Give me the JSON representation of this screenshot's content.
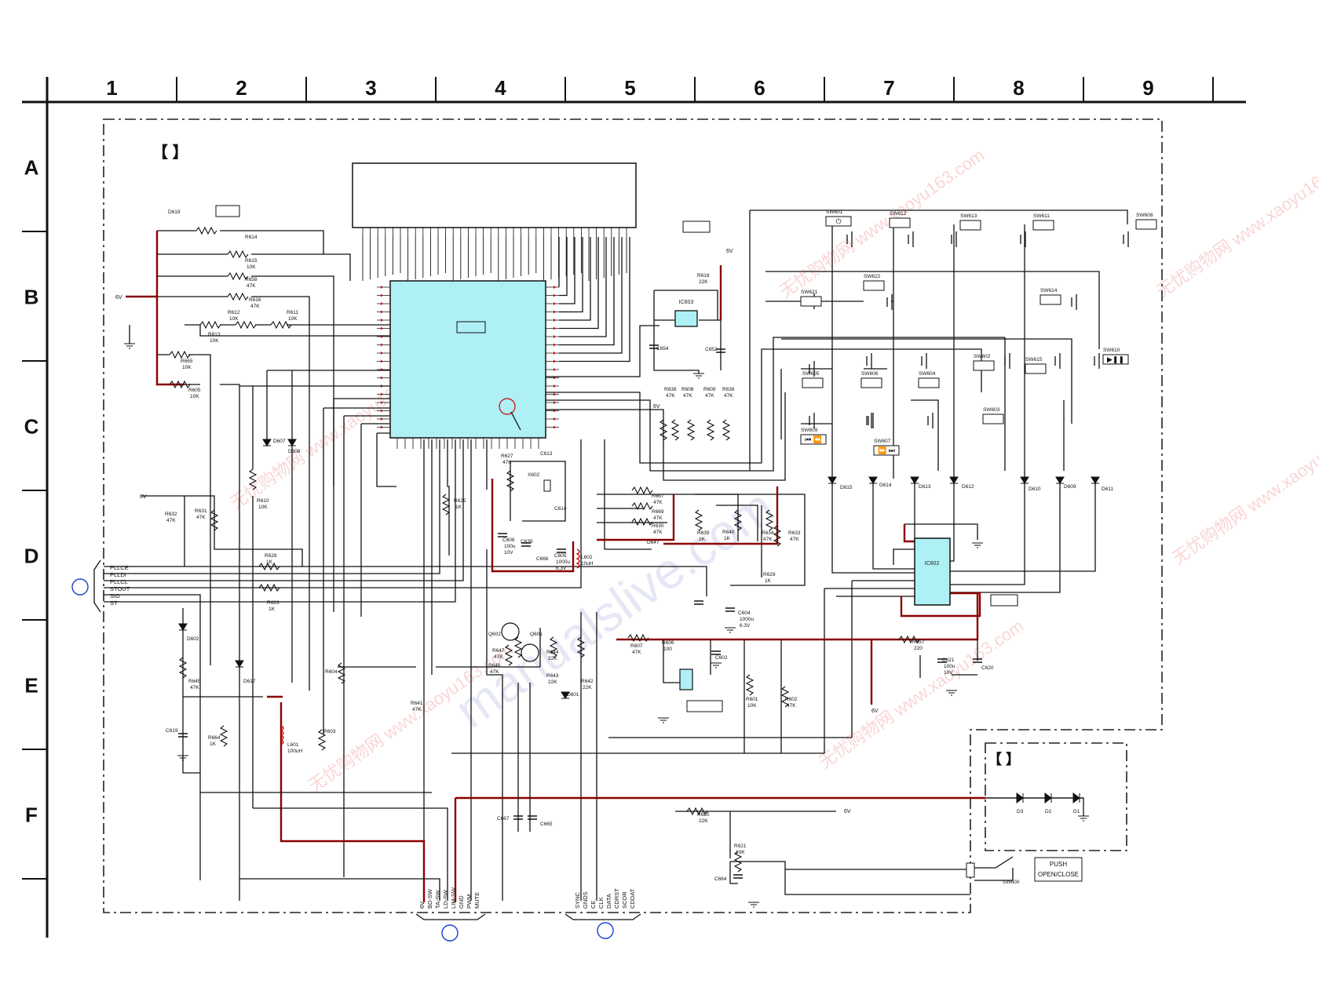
{
  "grid": {
    "columns": [
      "1",
      "2",
      "3",
      "4",
      "5",
      "6",
      "7",
      "8",
      "9"
    ],
    "rows": [
      "A",
      "B",
      "C",
      "D",
      "E",
      "F"
    ]
  },
  "ics": {
    "main_ic": "",
    "ic602": "IC602",
    "ic603": "IC603"
  },
  "power_6v": "6V",
  "resistors": [
    {
      "ref": "R614",
      "val": ""
    },
    {
      "ref": "R615",
      "val": "10K"
    },
    {
      "ref": "R658",
      "val": "47K"
    },
    {
      "ref": "R616",
      "val": "47K"
    },
    {
      "ref": "R612",
      "val": "10K"
    },
    {
      "ref": "R611",
      "val": "10K"
    },
    {
      "ref": "R613",
      "val": "10K"
    },
    {
      "ref": "R665",
      "val": "10K"
    },
    {
      "ref": "R605",
      "val": "10K"
    },
    {
      "ref": "R610",
      "val": "10K"
    },
    {
      "ref": "R632",
      "val": "47K"
    },
    {
      "ref": "R631",
      "val": "47K"
    },
    {
      "ref": "R628",
      "val": "1K"
    },
    {
      "ref": "R623",
      "val": "1K"
    },
    {
      "ref": "R625",
      "val": "1K"
    },
    {
      "ref": "R627",
      "val": "47K"
    },
    {
      "ref": "R618",
      "val": "22K"
    },
    {
      "ref": "R638",
      "val": "47K"
    },
    {
      "ref": "R608",
      "val": "47K"
    },
    {
      "ref": "R609",
      "val": "47K"
    },
    {
      "ref": "R636",
      "val": "47K"
    },
    {
      "ref": "R667",
      "val": "47K"
    },
    {
      "ref": "R669",
      "val": "47K"
    },
    {
      "ref": "R630",
      "val": "47K"
    },
    {
      "ref": "R639",
      "val": "1K"
    },
    {
      "ref": "R640",
      "val": "1K"
    },
    {
      "ref": "R634",
      "val": "47K"
    },
    {
      "ref": "R633",
      "val": "47K"
    },
    {
      "ref": "R629",
      "val": "1K"
    },
    {
      "ref": "R607",
      "val": "47K"
    },
    {
      "ref": "R606",
      "val": "100"
    },
    {
      "ref": "R601",
      "val": "10K"
    },
    {
      "ref": "R602",
      "val": "47K"
    },
    {
      "ref": "R657",
      "val": "220"
    },
    {
      "ref": "R647",
      "val": "47K"
    },
    {
      "ref": "R646",
      "val": "47K"
    },
    {
      "ref": "R644",
      "val": "22K"
    },
    {
      "ref": "R643",
      "val": "22K"
    },
    {
      "ref": "R642",
      "val": "22K"
    },
    {
      "ref": "R645",
      "val": "47K"
    },
    {
      "ref": "R604",
      "val": ""
    },
    {
      "ref": "R641",
      "val": "47K"
    },
    {
      "ref": "R603",
      "val": ""
    },
    {
      "ref": "R664",
      "val": "1K"
    },
    {
      "ref": "R620",
      "val": "22K"
    },
    {
      "ref": "R621",
      "val": "10K"
    }
  ],
  "capacitors": [
    {
      "ref": "C654",
      "val": ""
    },
    {
      "ref": "C652",
      "val": ""
    },
    {
      "ref": "C613",
      "val": ""
    },
    {
      "ref": "C614",
      "val": ""
    },
    {
      "ref": "C606",
      "val": "100u 10V"
    },
    {
      "ref": "C639",
      "val": ""
    },
    {
      "ref": "C666",
      "val": ""
    },
    {
      "ref": "C605",
      "val": "1000u 6.3V"
    },
    {
      "ref": "C604",
      "val": "1000u 6.3V"
    },
    {
      "ref": "C602",
      "val": ""
    },
    {
      "ref": "C621",
      "val": "100u 10V"
    },
    {
      "ref": "C620",
      "val": ""
    },
    {
      "ref": "C619",
      "val": ""
    },
    {
      "ref": "C667",
      "val": ""
    },
    {
      "ref": "C665",
      "val": ""
    },
    {
      "ref": "C664",
      "val": ""
    }
  ],
  "inductors": [
    {
      "ref": "L602",
      "val": "10uH"
    },
    {
      "ref": "L601",
      "val": "100uH"
    }
  ],
  "diodes": [
    "D619",
    "D607",
    "D608",
    "D647",
    "D602",
    "D617",
    "D601",
    "D615",
    "D614",
    "D613",
    "D612",
    "D610",
    "D609",
    "D611",
    "D3",
    "D2",
    "D1"
  ],
  "transistors": [
    "Q602",
    "Q601"
  ],
  "crystal": "X602",
  "switches": [
    "SW601",
    "SW612",
    "SW613",
    "SW611",
    "SW608",
    "SW622",
    "SW621",
    "SW614",
    "SW605",
    "SW606",
    "SW604",
    "SW602",
    "SW615",
    "SW610",
    "SW603",
    "SW609",
    "SW607",
    "SW600"
  ],
  "switch_symbols": {
    "sw601": "⏻",
    "sw610": "▶❚❚",
    "sw609": "⏮ ⏪",
    "sw607": "⏩ ⏭"
  },
  "connector_left": [
    "PLLCE",
    "PLLDI",
    "PLLCL",
    "STOUT",
    "SIG",
    "ST"
  ],
  "connector_bottom_a": [
    "6V",
    "BD-SW",
    "TA-SW",
    "LD-SW",
    "LIM-SW",
    "GND",
    "PWM",
    "MUTE"
  ],
  "connector_bottom_b": [
    "SYNC",
    "GNDS",
    "CE",
    "CLK",
    "DATA",
    "CDRST",
    "SCOR",
    "CDDAT"
  ],
  "open_close": {
    "push": "PUSH",
    "label": "OPEN/CLOSE"
  },
  "brackets": {
    "main": "【                    】",
    "sub": "【                 】"
  },
  "watermarks": [
    "manualslive.com",
    "无忧购物网 www.xaoyu163.com"
  ]
}
